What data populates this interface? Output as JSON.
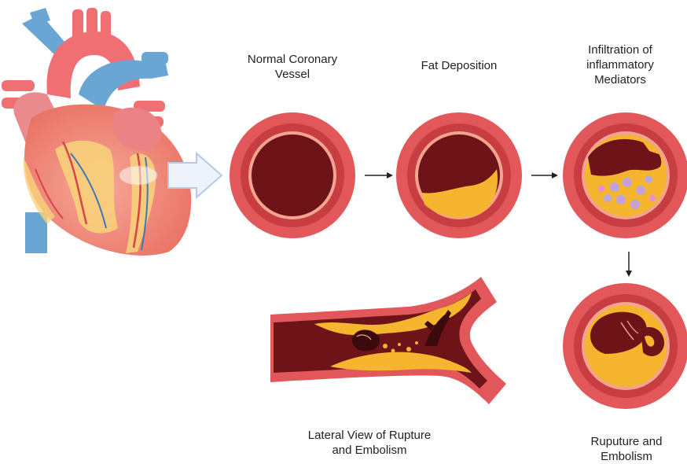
{
  "stages": [
    {
      "id": "normal",
      "lines": [
        "Normal Coronary",
        "Vessel"
      ]
    },
    {
      "id": "fat",
      "lines": [
        "Fat Deposition"
      ]
    },
    {
      "id": "inflammatory",
      "lines": [
        "Infiltration of",
        "inflammatory",
        "Mediators"
      ]
    },
    {
      "id": "rupture",
      "lines": [
        "Ruputure and",
        "Embolism"
      ]
    },
    {
      "id": "lateral",
      "lines": [
        "Lateral View of Rupture",
        "and Embolism"
      ]
    }
  ],
  "colors": {
    "vessel_outer": "#e2575a",
    "vessel_wall": "#c73d42",
    "intima": "#f2a48f",
    "lumen": "#6e1418",
    "plaque": "#f5b52e",
    "heart_body": "#f08b7e",
    "aorta": "#ef6f73",
    "vein_blue": "#6aa6d4"
  }
}
